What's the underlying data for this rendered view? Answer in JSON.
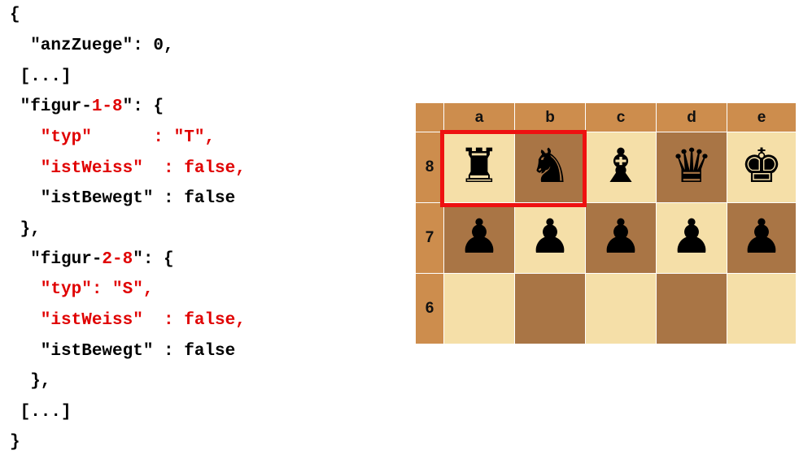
{
  "code_lines": [
    {
      "parts": [
        {
          "t": "{",
          "red": false
        }
      ]
    },
    {
      "parts": [
        {
          "t": "  \"anzZuege\": 0,",
          "red": false
        }
      ]
    },
    {
      "parts": [
        {
          "t": " [...]",
          "red": false
        }
      ]
    },
    {
      "parts": [
        {
          "t": " \"figur-",
          "red": false
        },
        {
          "t": "1-8",
          "red": true
        },
        {
          "t": "\": {",
          "red": false
        }
      ]
    },
    {
      "parts": [
        {
          "t": "   \"typ\"      : \"T\",",
          "red": true
        }
      ]
    },
    {
      "parts": [
        {
          "t": "   \"istWeiss\"  : false,",
          "red": true
        }
      ]
    },
    {
      "parts": [
        {
          "t": "   \"istBewegt\" : false",
          "red": false
        }
      ]
    },
    {
      "parts": [
        {
          "t": " },",
          "red": false
        }
      ]
    },
    {
      "parts": [
        {
          "t": "  \"figur-",
          "red": false
        },
        {
          "t": "2-8",
          "red": true
        },
        {
          "t": "\": {",
          "red": false
        }
      ]
    },
    {
      "parts": [
        {
          "t": "   \"typ\": \"S\",",
          "red": true
        }
      ]
    },
    {
      "parts": [
        {
          "t": "   \"istWeiss\"  : false,",
          "red": true
        }
      ]
    },
    {
      "parts": [
        {
          "t": "   \"istBewegt\" : false",
          "red": false
        }
      ]
    },
    {
      "parts": [
        {
          "t": "  },",
          "red": false
        }
      ]
    },
    {
      "parts": [
        {
          "t": " [...]",
          "red": false
        }
      ]
    },
    {
      "parts": [
        {
          "t": "}",
          "red": false
        }
      ]
    }
  ],
  "board": {
    "files": [
      "a",
      "b",
      "c",
      "d",
      "e"
    ],
    "ranks": [
      "8",
      "7",
      "6"
    ],
    "squares": [
      [
        {
          "piece": "♜",
          "piece_name": "black-rook-icon",
          "shade": "light"
        },
        {
          "piece": "♞",
          "piece_name": "black-knight-icon",
          "shade": "dark"
        },
        {
          "piece": "♝",
          "piece_name": "black-bishop-icon",
          "shade": "light"
        },
        {
          "piece": "♛",
          "piece_name": "black-queen-icon",
          "shade": "dark"
        },
        {
          "piece": "♚",
          "piece_name": "black-king-icon",
          "shade": "light"
        }
      ],
      [
        {
          "piece": "♟",
          "piece_name": "black-pawn-icon",
          "shade": "dark"
        },
        {
          "piece": "♟",
          "piece_name": "black-pawn-icon",
          "shade": "light"
        },
        {
          "piece": "♟",
          "piece_name": "black-pawn-icon",
          "shade": "dark"
        },
        {
          "piece": "♟",
          "piece_name": "black-pawn-icon",
          "shade": "light"
        },
        {
          "piece": "♟",
          "piece_name": "black-pawn-icon",
          "shade": "dark"
        }
      ],
      [
        {
          "piece": "",
          "piece_name": "",
          "shade": "light"
        },
        {
          "piece": "",
          "piece_name": "",
          "shade": "dark"
        },
        {
          "piece": "",
          "piece_name": "",
          "shade": "light"
        },
        {
          "piece": "",
          "piece_name": "",
          "shade": "dark"
        },
        {
          "piece": "",
          "piece_name": "",
          "shade": "light"
        }
      ]
    ],
    "highlighted_squares": [
      "a8",
      "b8"
    ],
    "colors": {
      "light": "#f5dfa8",
      "dark": "#a97545",
      "header": "#cd8d4d",
      "highlight": "#ee1111",
      "code_highlight": "#e00000"
    }
  }
}
